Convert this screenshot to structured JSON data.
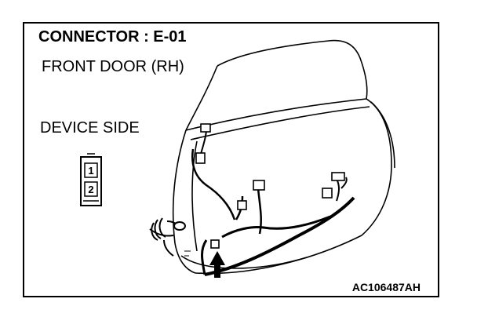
{
  "diagram": {
    "title": "CONNECTOR : E-01",
    "subtitle": "FRONT DOOR (RH)",
    "device_label": "DEVICE SIDE",
    "reference_code": "AC106487AH",
    "connector_pins": [
      "1",
      "2"
    ]
  }
}
